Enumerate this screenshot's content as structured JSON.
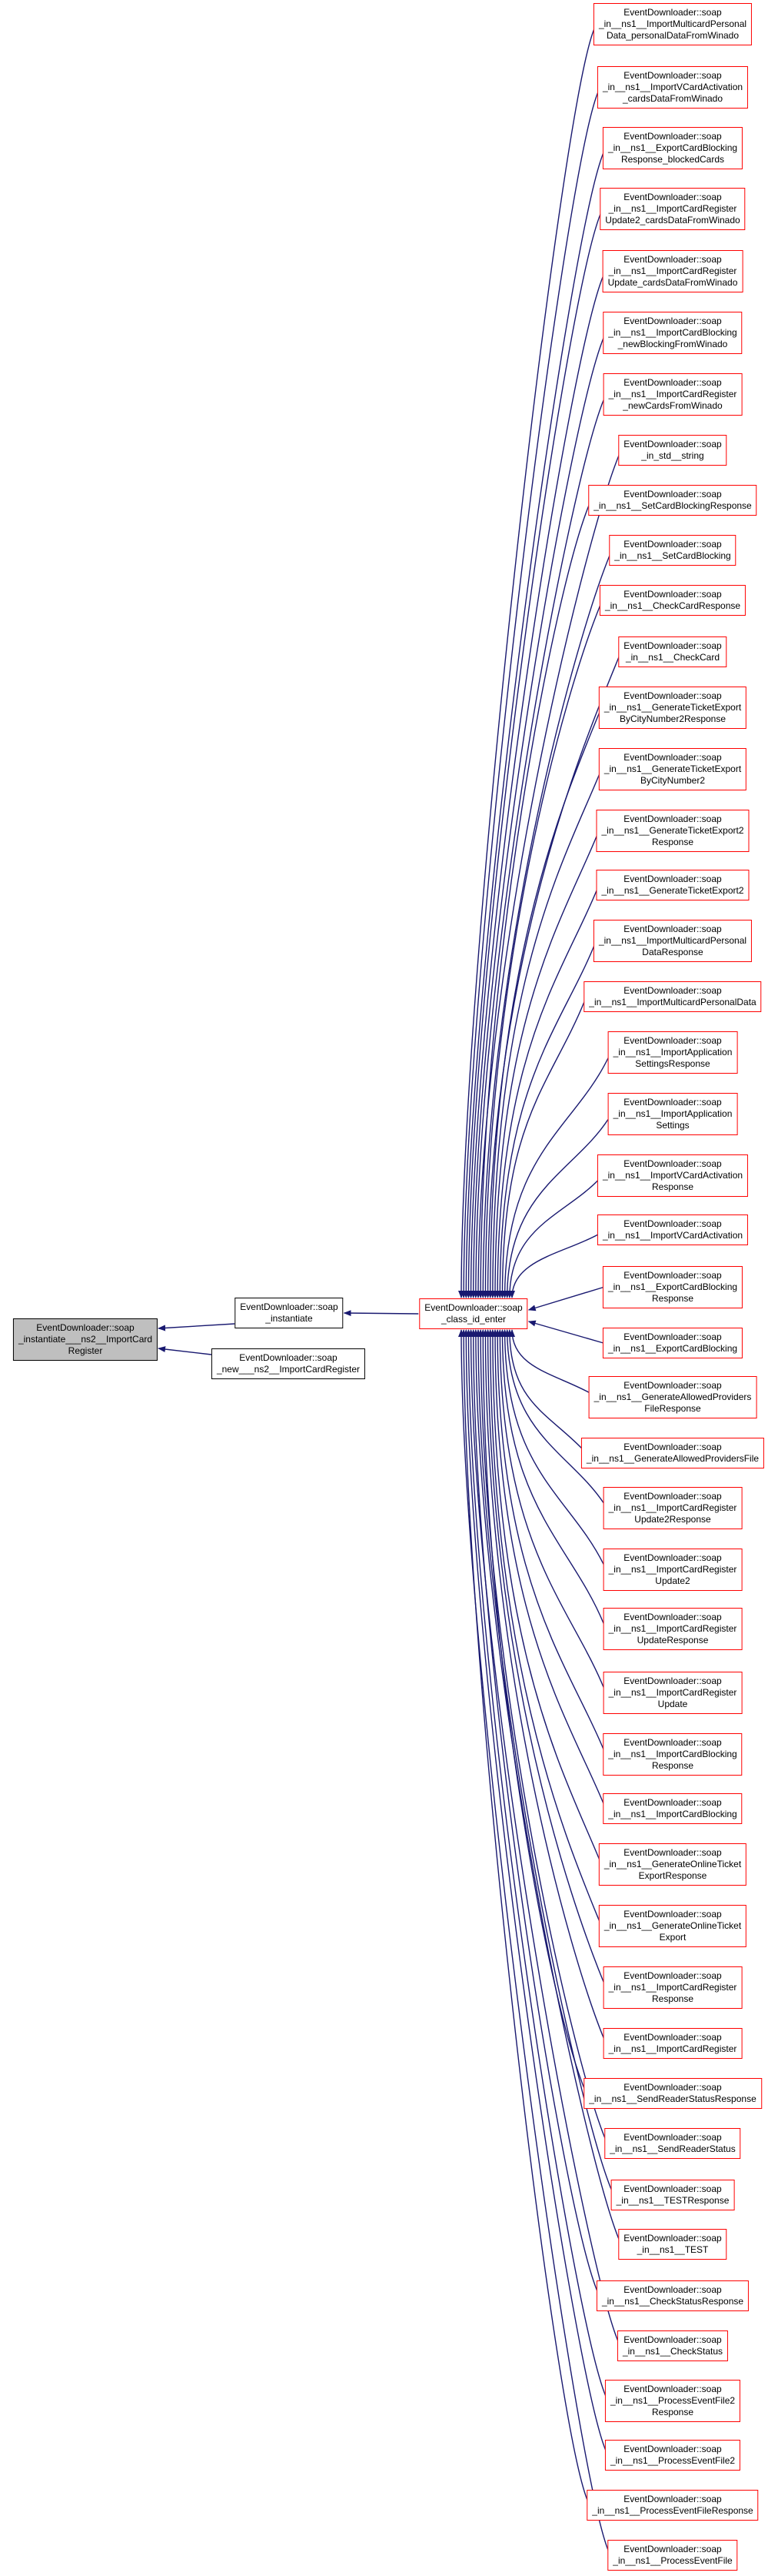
{
  "diagram": {
    "type": "doxygen-caller-graph",
    "colors": {
      "edge": "#191970",
      "linked_border": "#ff0000",
      "plain_border": "#000000",
      "focus_fill": "#bfbfbf",
      "node_fill": "#ffffff",
      "text": "#000000",
      "background": "#ffffff"
    },
    "focus_node": {
      "label": "EventDownloader::soap\n_instantiate___ns2__ImportCard\nRegister"
    },
    "mid_nodes": [
      {
        "label": "EventDownloader::soap\n_instantiate"
      },
      {
        "label": "EventDownloader::soap\n_new___ns2__ImportCardRegister"
      }
    ],
    "center_node": {
      "label": "EventDownloader::soap\n_class_id_enter"
    },
    "caller_nodes": [
      {
        "label": "EventDownloader::soap\n_in__ns1__ImportMulticardPersonal\nData_personalDataFromWinado"
      },
      {
        "label": "EventDownloader::soap\n_in__ns1__ImportVCardActivation\n_cardsDataFromWinado"
      },
      {
        "label": "EventDownloader::soap\n_in__ns1__ExportCardBlocking\nResponse_blockedCards"
      },
      {
        "label": "EventDownloader::soap\n_in__ns1__ImportCardRegister\nUpdate2_cardsDataFromWinado"
      },
      {
        "label": "EventDownloader::soap\n_in__ns1__ImportCardRegister\nUpdate_cardsDataFromWinado"
      },
      {
        "label": "EventDownloader::soap\n_in__ns1__ImportCardBlocking\n_newBlockingFromWinado"
      },
      {
        "label": "EventDownloader::soap\n_in__ns1__ImportCardRegister\n_newCardsFromWinado"
      },
      {
        "label": "EventDownloader::soap\n_in_std__string"
      },
      {
        "label": "EventDownloader::soap\n_in__ns1__SetCardBlockingResponse"
      },
      {
        "label": "EventDownloader::soap\n_in__ns1__SetCardBlocking"
      },
      {
        "label": "EventDownloader::soap\n_in__ns1__CheckCardResponse"
      },
      {
        "label": "EventDownloader::soap\n_in__ns1__CheckCard"
      },
      {
        "label": "EventDownloader::soap\n_in__ns1__GenerateTicketExport\nByCityNumber2Response"
      },
      {
        "label": "EventDownloader::soap\n_in__ns1__GenerateTicketExport\nByCityNumber2"
      },
      {
        "label": "EventDownloader::soap\n_in__ns1__GenerateTicketExport2\nResponse"
      },
      {
        "label": "EventDownloader::soap\n_in__ns1__GenerateTicketExport2"
      },
      {
        "label": "EventDownloader::soap\n_in__ns1__ImportMulticardPersonal\nDataResponse"
      },
      {
        "label": "EventDownloader::soap\n_in__ns1__ImportMulticardPersonalData"
      },
      {
        "label": "EventDownloader::soap\n_in__ns1__ImportApplication\nSettingsResponse"
      },
      {
        "label": "EventDownloader::soap\n_in__ns1__ImportApplication\nSettings"
      },
      {
        "label": "EventDownloader::soap\n_in__ns1__ImportVCardActivation\nResponse"
      },
      {
        "label": "EventDownloader::soap\n_in__ns1__ImportVCardActivation"
      },
      {
        "label": "EventDownloader::soap\n_in__ns1__ExportCardBlocking\nResponse"
      },
      {
        "label": "EventDownloader::soap\n_in__ns1__ExportCardBlocking"
      },
      {
        "label": "EventDownloader::soap\n_in__ns1__GenerateAllowedProviders\nFileResponse"
      },
      {
        "label": "EventDownloader::soap\n_in__ns1__GenerateAllowedProvidersFile"
      },
      {
        "label": "EventDownloader::soap\n_in__ns1__ImportCardRegister\nUpdate2Response"
      },
      {
        "label": "EventDownloader::soap\n_in__ns1__ImportCardRegister\nUpdate2"
      },
      {
        "label": "EventDownloader::soap\n_in__ns1__ImportCardRegister\nUpdateResponse"
      },
      {
        "label": "EventDownloader::soap\n_in__ns1__ImportCardRegister\nUpdate"
      },
      {
        "label": "EventDownloader::soap\n_in__ns1__ImportCardBlocking\nResponse"
      },
      {
        "label": "EventDownloader::soap\n_in__ns1__ImportCardBlocking"
      },
      {
        "label": "EventDownloader::soap\n_in__ns1__GenerateOnlineTicket\nExportResponse"
      },
      {
        "label": "EventDownloader::soap\n_in__ns1__GenerateOnlineTicket\nExport"
      },
      {
        "label": "EventDownloader::soap\n_in__ns1__ImportCardRegister\nResponse"
      },
      {
        "label": "EventDownloader::soap\n_in__ns1__ImportCardRegister"
      },
      {
        "label": "EventDownloader::soap\n_in__ns1__SendReaderStatusResponse"
      },
      {
        "label": "EventDownloader::soap\n_in__ns1__SendReaderStatus"
      },
      {
        "label": "EventDownloader::soap\n_in__ns1__TESTResponse"
      },
      {
        "label": "EventDownloader::soap\n_in__ns1__TEST"
      },
      {
        "label": "EventDownloader::soap\n_in__ns1__CheckStatusResponse"
      },
      {
        "label": "EventDownloader::soap\n_in__ns1__CheckStatus"
      },
      {
        "label": "EventDownloader::soap\n_in__ns1__ProcessEventFile2\nResponse"
      },
      {
        "label": "EventDownloader::soap\n_in__ns1__ProcessEventFile2"
      },
      {
        "label": "EventDownloader::soap\n_in__ns1__ProcessEventFileResponse"
      },
      {
        "label": "EventDownloader::soap\n_in__ns1__ProcessEventFile"
      }
    ]
  }
}
